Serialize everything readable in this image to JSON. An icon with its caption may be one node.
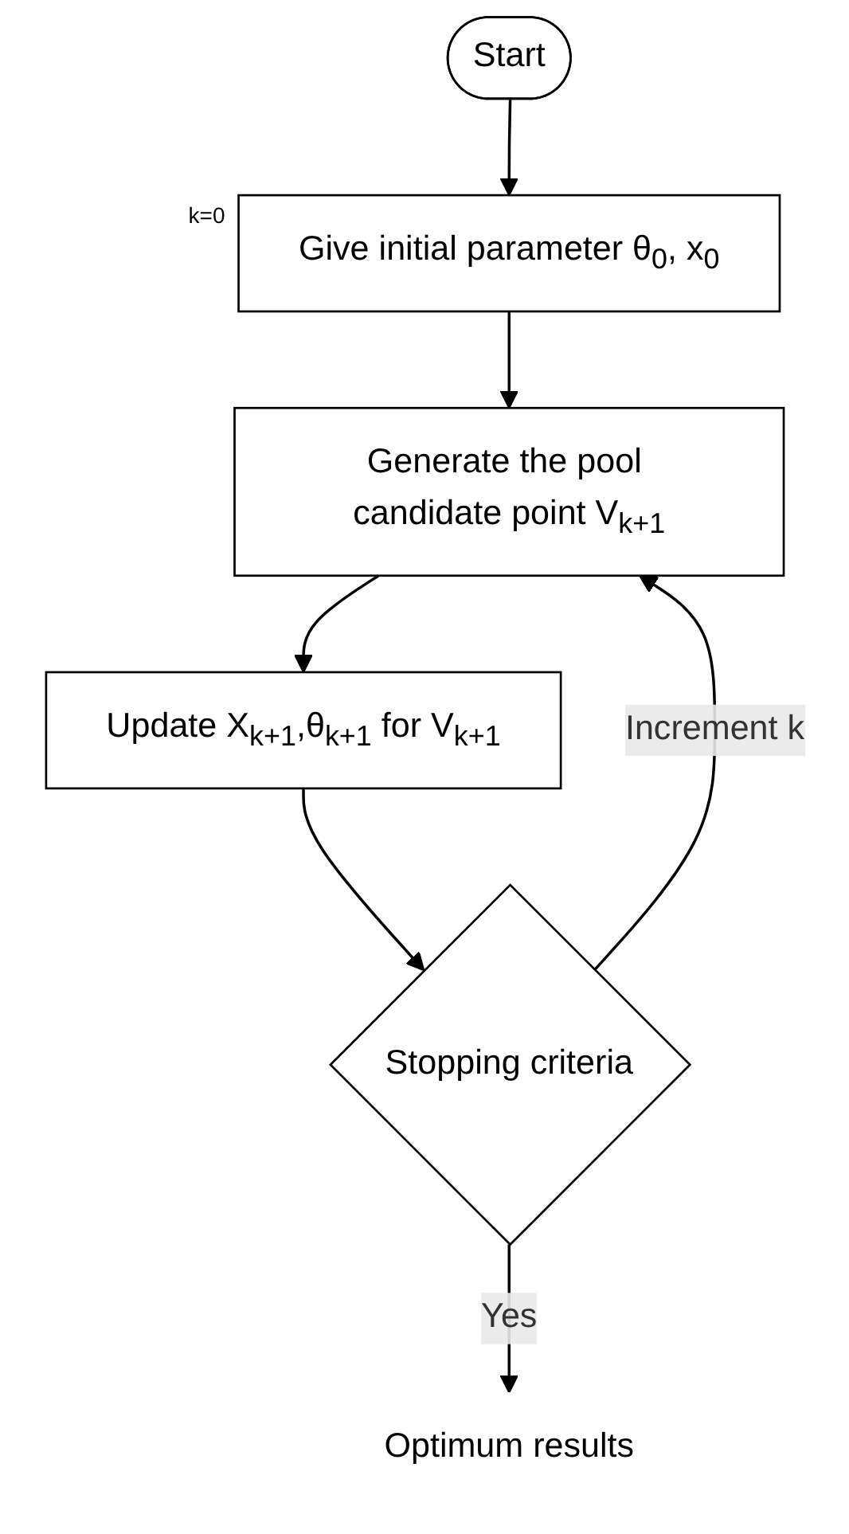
{
  "diagram": {
    "nodes": [
      {
        "text": [
          "Start"
        ]
      },
      {
        "text": [
          "Give initial parameter θ$_{0}$, x$_{0}$"
        ],
        "beside": [
          "k=0"
        ]
      },
      {
        "text": [
          "Generate the pool candidate point V$_{k+1}$"
        ]
      },
      {
        "text": [
          "Update X$_{k+1}$,θ$_{k+1}$ for V$_{k+1}$"
        ]
      },
      {
        "text": [
          "Stopping criteria"
        ]
      },
      {
        "text": [
          "Optimum results"
        ]
      }
    ],
    "edges": [
      {
        "from": 0,
        "to": 1,
        "arrow": "to"
      },
      {
        "from": 1,
        "to": 2,
        "arrow": "to"
      },
      {
        "from": 2,
        "to": 3,
        "arrow": "to"
      },
      {
        "from": 3,
        "to": 4,
        "arrow": "to"
      },
      {
        "from": 4,
        "to": 5,
        "arrow": "to",
        "label": "Yes"
      },
      {
        "from": 4,
        "to": 2,
        "arrow": "to",
        "label": "Increment k"
      }
    ]
  }
}
